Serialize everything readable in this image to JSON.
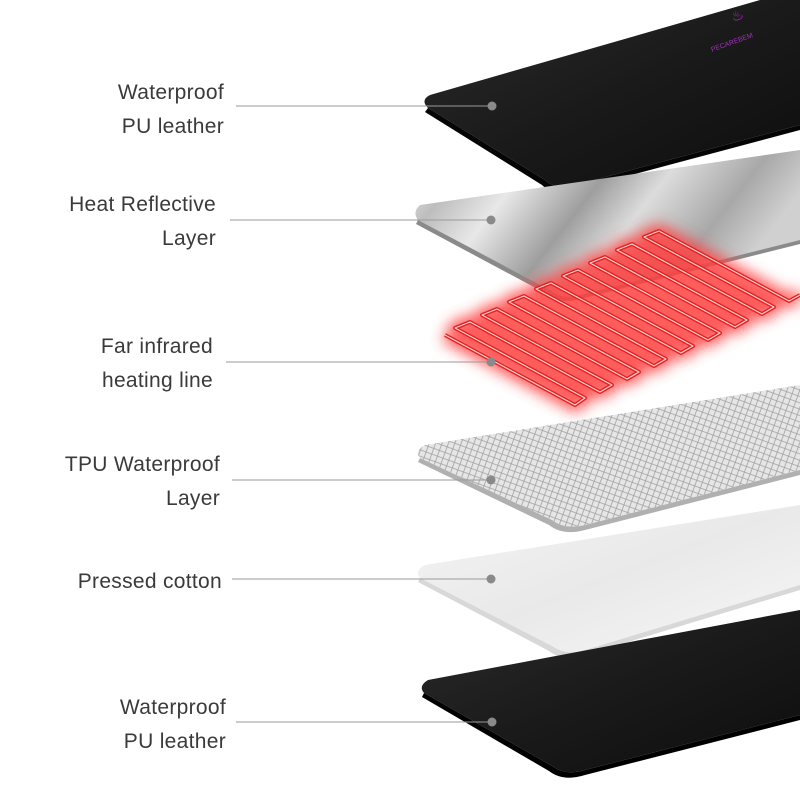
{
  "layers": [
    {
      "label_lines": [
        "Waterproof",
        "PU leather"
      ]
    },
    {
      "label_lines": [
        "Heat Reflective",
        "Layer"
      ]
    },
    {
      "label_lines": [
        "Far infrared",
        "heating line"
      ]
    },
    {
      "label_lines": [
        "TPU Waterproof",
        "Layer"
      ]
    },
    {
      "label_lines": [
        "Pressed cotton"
      ]
    },
    {
      "label_lines": [
        "Waterproof",
        "PU leather"
      ]
    }
  ]
}
